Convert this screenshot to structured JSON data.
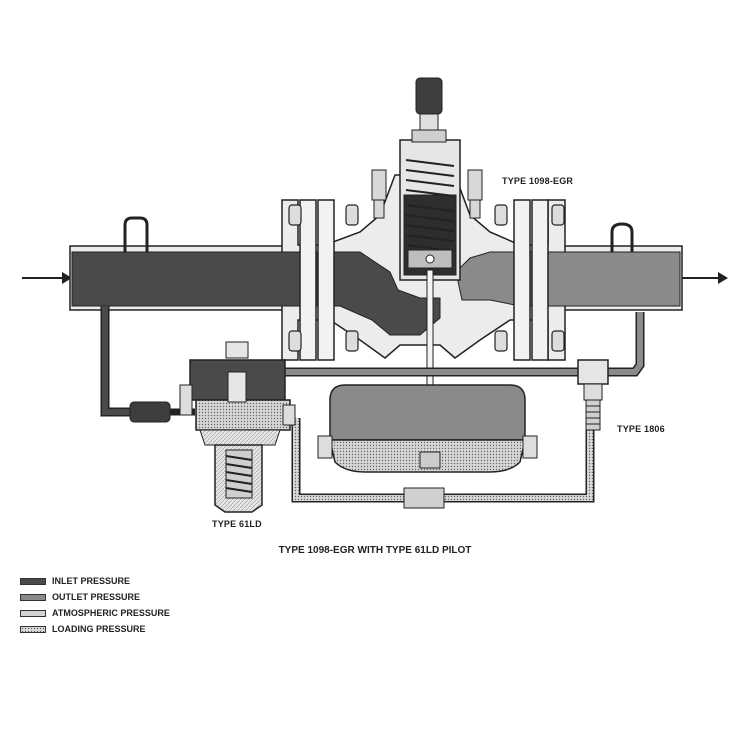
{
  "labels": {
    "main_valve": "TYPE 1098-EGR",
    "pilot": "TYPE 61LD",
    "restrictor": "TYPE 1806"
  },
  "caption": "TYPE 1098-EGR WITH TYPE 61LD PILOT",
  "legend": [
    {
      "label": "INLET PRESSURE",
      "color": "#4a4a4a",
      "pattern": "solid"
    },
    {
      "label": "OUTLET PRESSURE",
      "color": "#8a8a8a",
      "pattern": "solid"
    },
    {
      "label": "ATMOSPHERIC PRESSURE",
      "color": "#d4d4d4",
      "pattern": "solid"
    },
    {
      "label": "LOADING PRESSURE",
      "color": "#bdbdbd",
      "pattern": "dotted"
    }
  ],
  "colors": {
    "inlet": "#4a4a4a",
    "outlet": "#8a8a8a",
    "atmospheric": "#d4d4d4",
    "loading": "#bdbdbd",
    "outline": "#222222",
    "body": "#ececec"
  }
}
